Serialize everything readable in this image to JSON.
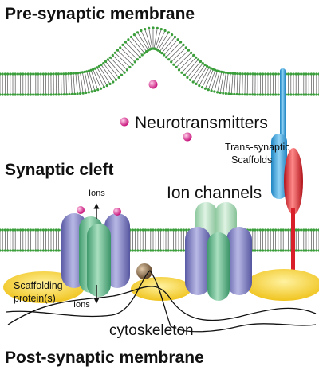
{
  "labels": {
    "pre_synaptic": "Pre-synaptic membrane",
    "neurotransmitters": "Neurotransmitters",
    "trans_synaptic_line1": "Trans-synaptic",
    "trans_synaptic_line2": "Scaffolds",
    "synaptic_cleft": "Synaptic cleft",
    "ions_top": "Ions",
    "ion_channels": "Ion channels",
    "scaffolding_line1": "Scaffolding",
    "scaffolding_line2": "protein(s)",
    "ions_bottom": "Ions",
    "cytoskeleton": "cytoskeleton",
    "post_synaptic": "Post-synaptic membrane"
  },
  "colors": {
    "lipid_head": "#3a9e3a",
    "lipid_tail": "#555555",
    "neurotransmitter": "#d4218a",
    "channel_purple": "#7474b8",
    "channel_green": "#5fae84",
    "channel_light_green": "#a8d8b0",
    "scaffold_yellow": "#f2cf2a",
    "trans_blue": "#2fa3df",
    "trans_red": "#e0222a",
    "brown_sphere": "#7a5a3a"
  }
}
